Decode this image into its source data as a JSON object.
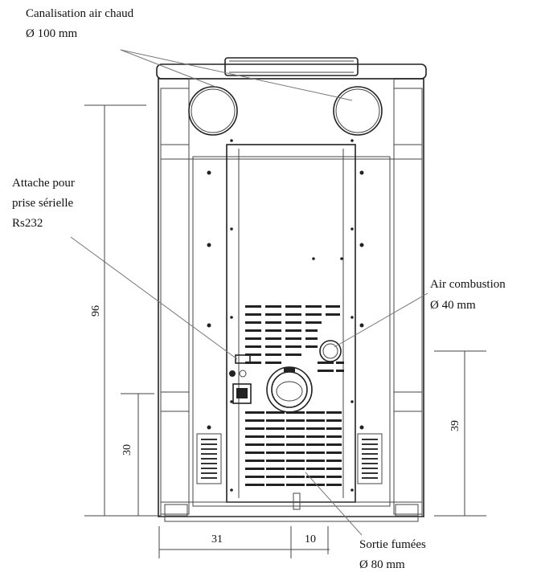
{
  "labels": {
    "canalisation_line1": "Canalisation air chaud",
    "canalisation_line2": "Ø 100 mm",
    "attache_line1": "Attache pour",
    "attache_line2": "prise sérielle",
    "attache_line3": "Rs232",
    "air_line1": "Air combustion",
    "air_line2": "Ø 40 mm",
    "sortie_line1": "Sortie fumées",
    "sortie_line2": "Ø 80 mm"
  },
  "dimensions": {
    "height_total": "96",
    "height_lower": "30",
    "height_exhaust": "39",
    "width_left": "31",
    "width_offset": "10"
  }
}
